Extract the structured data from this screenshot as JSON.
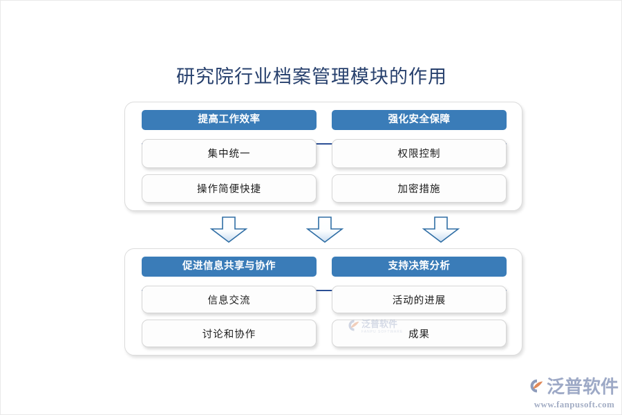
{
  "title": "研究院行业档案管理模块的作用",
  "colors": {
    "header_blue": "#3a7cb8",
    "divider_blue": "#2b4f95",
    "title_navy": "#27406d",
    "panel_border": "#dcdcdc",
    "item_border": "#d6d6d6",
    "arrow_stroke": "#2e6da4",
    "brand_gray_blue": "#9da9c6",
    "brand_orange": "#e08a5a"
  },
  "panels": [
    {
      "name": "panel-top",
      "columns": [
        {
          "header": "提高工作效率",
          "items": [
            "集中统一",
            "操作简便快捷"
          ]
        },
        {
          "header": "强化安全保障",
          "items": [
            "权限控制",
            "加密措施"
          ]
        }
      ]
    },
    {
      "name": "panel-bottom",
      "columns": [
        {
          "header": "促进信息共享与协作",
          "items": [
            "信息交流",
            "讨论和协作"
          ]
        },
        {
          "header": "支持决策分析",
          "items": [
            "活动的进展",
            "成果"
          ]
        }
      ]
    }
  ],
  "arrows": [
    {
      "name": "flow-arrow-1"
    },
    {
      "name": "flow-arrow-2"
    },
    {
      "name": "flow-arrow-3"
    }
  ],
  "watermark": {
    "text": "泛普软件",
    "sub": "FANPU SOFTWARE"
  },
  "brand": {
    "name": "泛普软件",
    "url": "www.fanpusoft.com"
  }
}
